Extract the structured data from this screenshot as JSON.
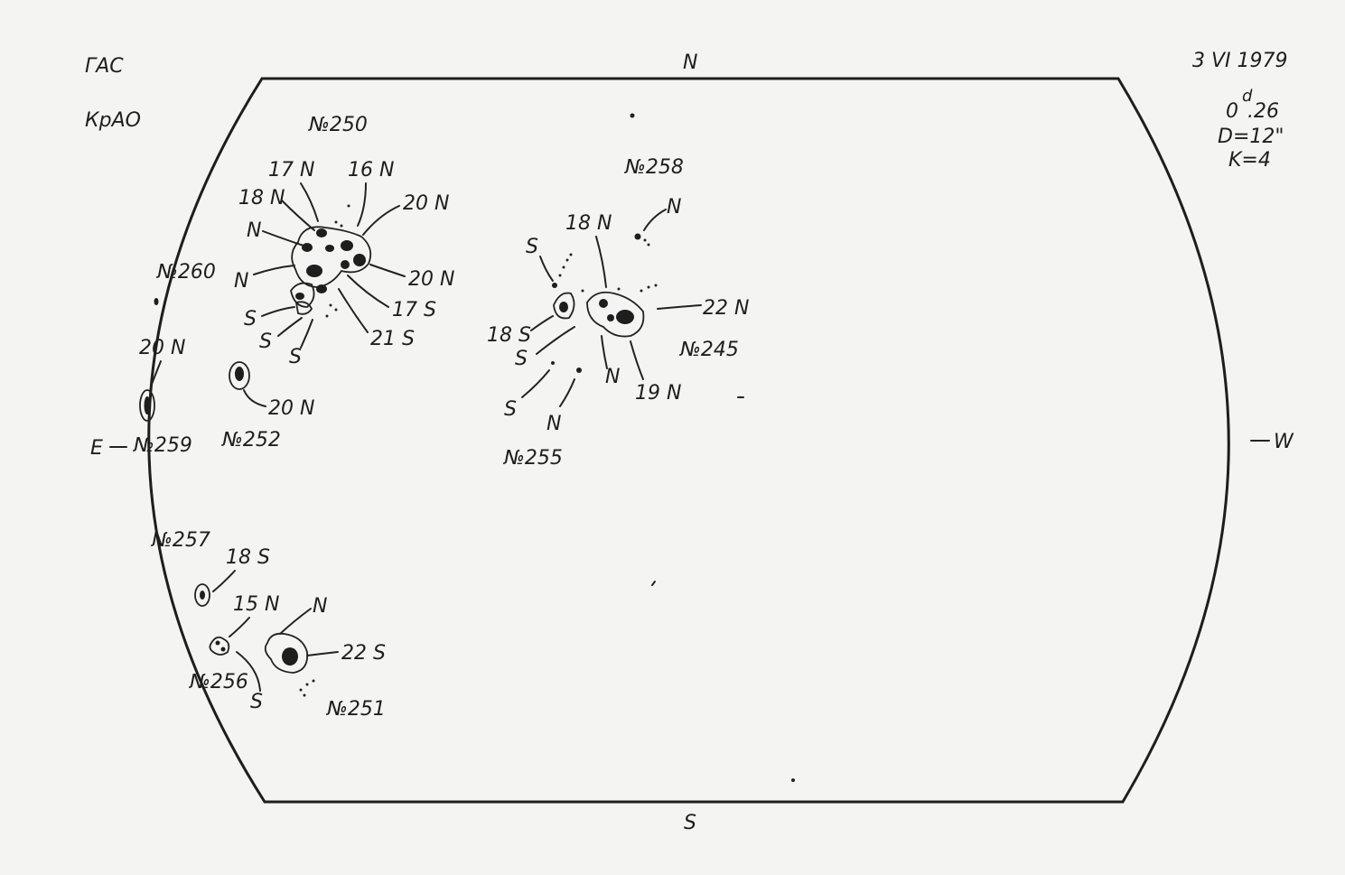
{
  "header": {
    "observatory_1": "ГАС",
    "observatory_2": "КрАО",
    "date": "3 VI 1979",
    "time_d": "0",
    "time_sup": "d",
    "time_frac": ".26",
    "diameter": "D=12\"",
    "k_value": "K=4"
  },
  "directions": {
    "north": "N",
    "south": "S",
    "east": "E",
    "west": "W"
  },
  "groups": {
    "g250": "№250",
    "g258": "№258",
    "g260": "№260",
    "g245": "№245",
    "g255": "№255",
    "g259": "№259",
    "g252": "№252",
    "g257": "№257",
    "g256": "№256",
    "g251": "№251"
  },
  "polarity": {
    "p250_17n": "17 N",
    "p250_16n": "16 N",
    "p250_18n": "18 N",
    "p250_20n_top": "20 N",
    "p250_n1": "N",
    "p250_n2": "N",
    "p250_20n_right": "20 N",
    "p250_17s": "17 S",
    "p250_s1": "S",
    "p250_s2": "S",
    "p250_s3": "S",
    "p250_21s": "21 S",
    "p258_n": "N",
    "p245_18n": "18 N",
    "p245_s_top": "S",
    "p245_22n": "22 N",
    "p245_18s": "18 S",
    "p245_s1": "S",
    "p245_n": "N",
    "p245_19n": "19 N",
    "p255_s": "S",
    "p255_n": "N",
    "p259_20n": "20 N",
    "p252_20n": "20 N",
    "p257_18s": "18 S",
    "p256_15n": "15 N",
    "p256_s": "S",
    "p251_n": "N",
    "p251_22s": "22 S"
  }
}
